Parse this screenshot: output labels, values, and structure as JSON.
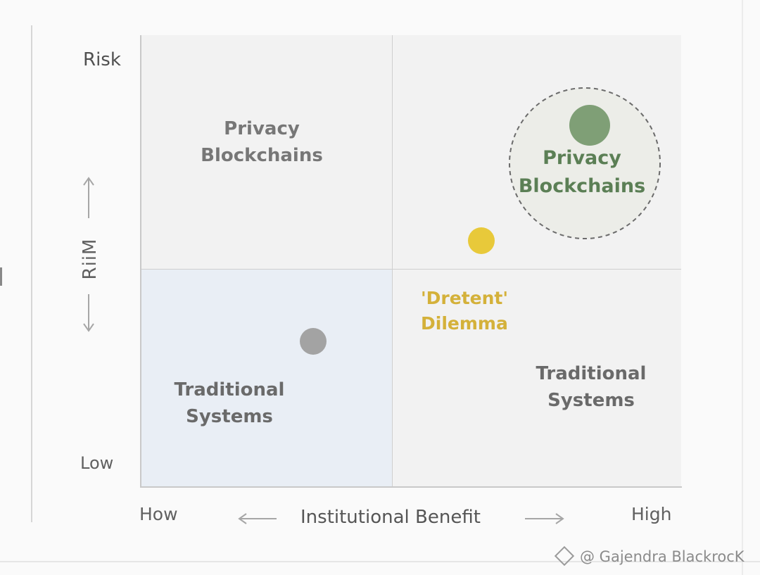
{
  "axes": {
    "y_top_label": "Risk",
    "y_bottom_label": "Low",
    "y_title": "RiiM",
    "x_left_label": "How",
    "x_right_label": "High",
    "x_title": "Institutional Benefit"
  },
  "quadrants": {
    "top_left_label": "Privacy\nBlockchains",
    "bottom_left_label": "Traditional\nSystems",
    "bottom_right_label": "Traditional\nSystems"
  },
  "highlight": {
    "label": "Privacy\nBlockchains",
    "color": "#7f9f76"
  },
  "dilemma": {
    "label": "'Dretent'\nDilemma",
    "color": "#e8c93a"
  },
  "gray_point": {
    "color": "#a3a3a3"
  },
  "watermark": {
    "text": "@ Gajendra BlackrocK"
  }
}
